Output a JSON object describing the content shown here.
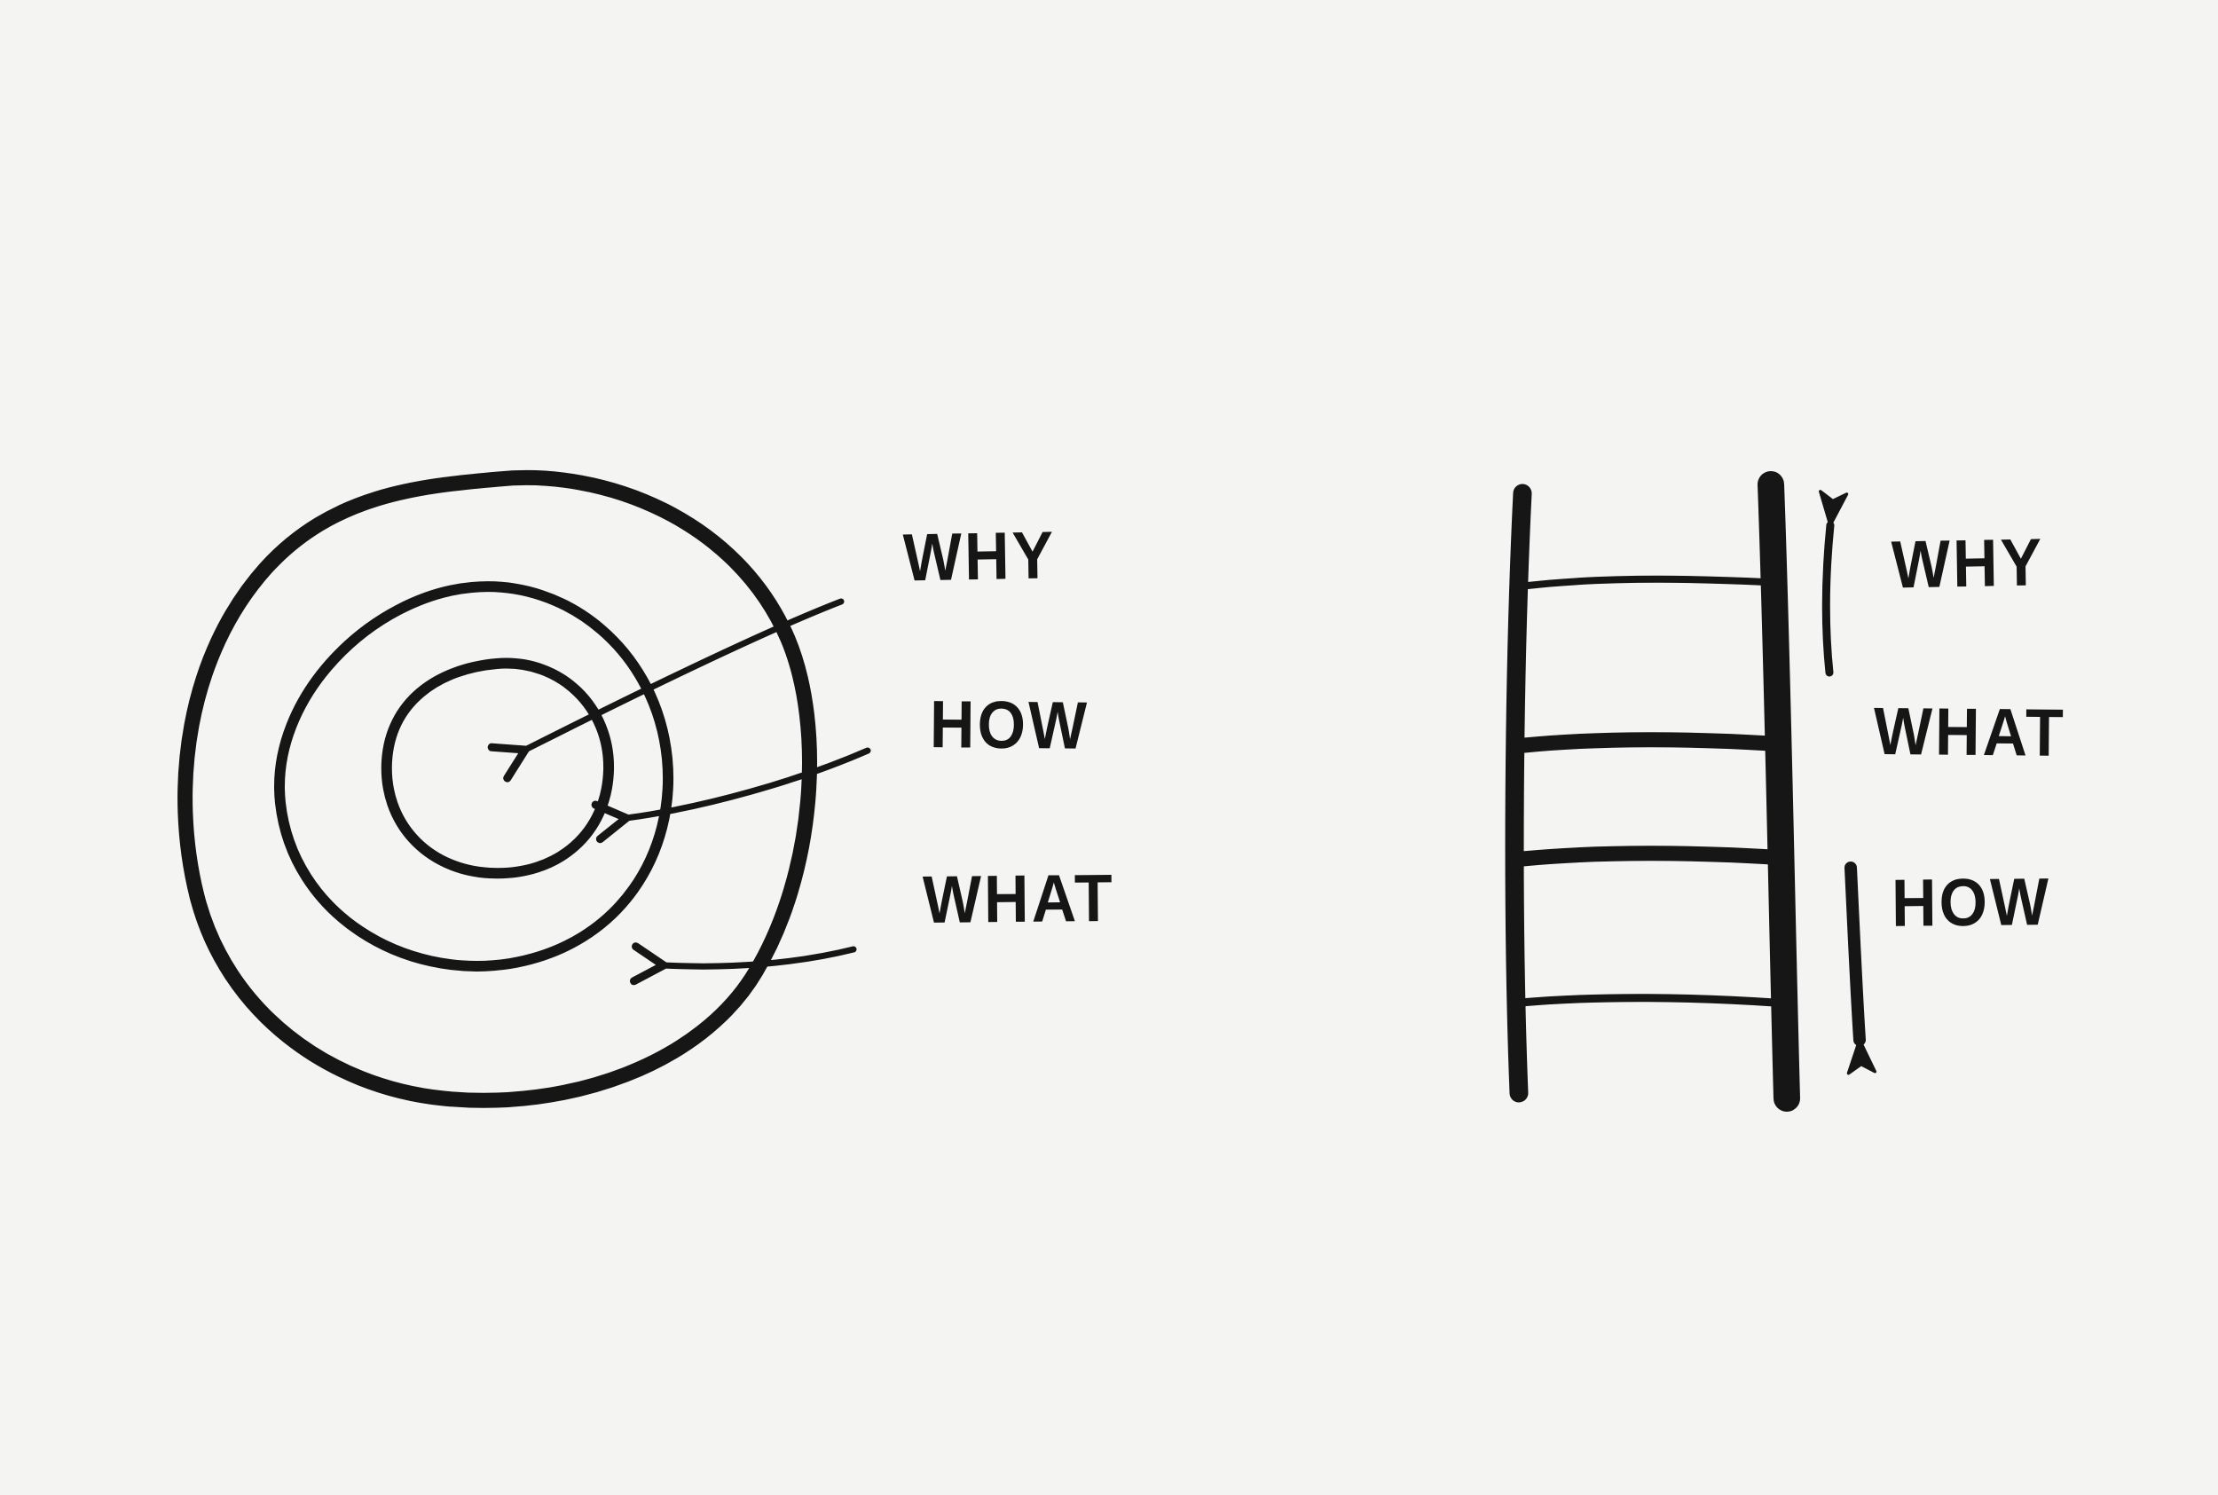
{
  "colors": {
    "background": "#f4f4f2",
    "ink": "#161616"
  },
  "golden_circle": {
    "why_label": "WHY",
    "how_label": "HOW",
    "what_label": "WHAT"
  },
  "ladder": {
    "why_label": "WHY",
    "what_label": "WHAT",
    "how_label": "HOW"
  }
}
